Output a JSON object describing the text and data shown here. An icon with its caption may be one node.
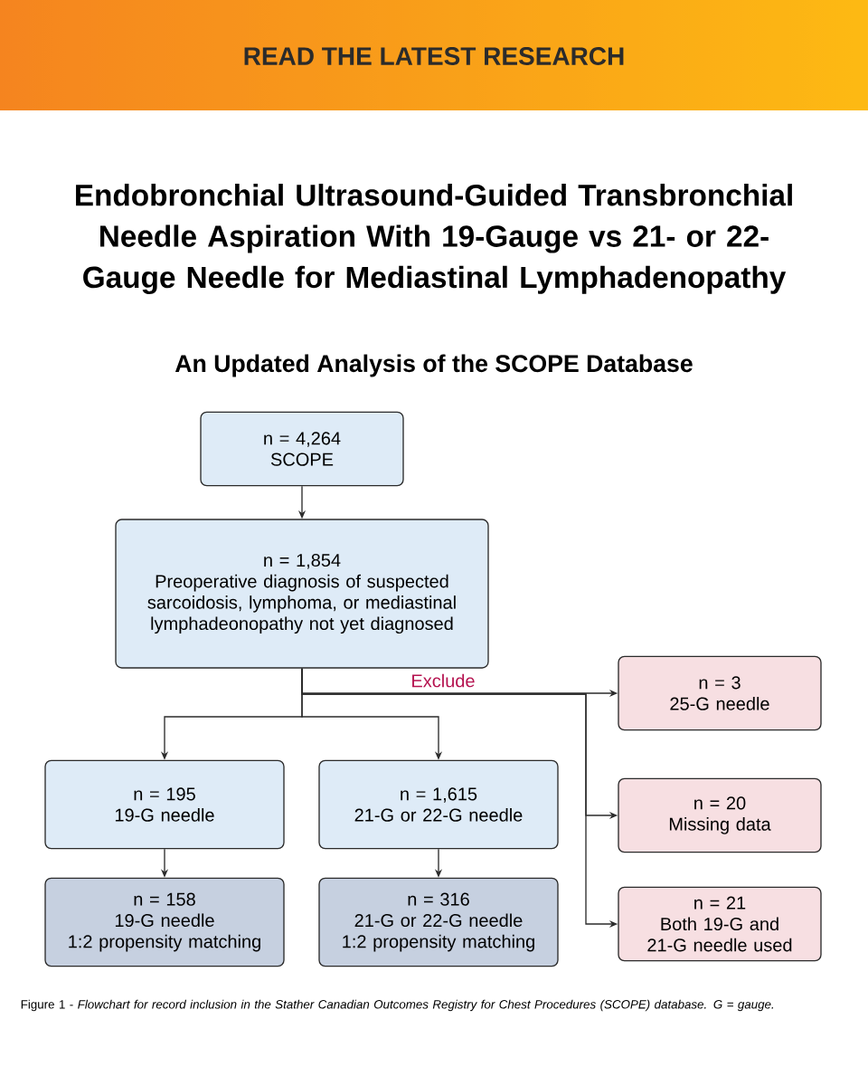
{
  "diagram": {
    "title": "Endobronchial Ultrasound-Guided Transbronchial Needle Aspiration With 19-Gauge vs 21- or 22-Gauge Needle for Mediastinal Lymphadenopathy",
    "caption": "Figure 1 - *Flowchart for record inclusion in the Stather Canadian Outcomes Registry for Chest Procedures (SCOPE) database. G = gauge.*",
    "nodes": [
      {
        "text": [
          "n = 4,264",
          "SCOPE"
        ]
      },
      {
        "text": [
          "n = 1,854",
          "Preoperative diagnosis of suspected sarcoidosis, lymphoma, or mediastinal lymphadeonopathy not yet diagnosed"
        ]
      },
      {
        "text": [
          "n = 195",
          "19-G needle"
        ]
      },
      {
        "text": [
          "n = 1,615",
          "21-G or 22-G needle"
        ]
      },
      {
        "text": [
          "n = 158",
          "19-G needle",
          "1:2 propensity matching"
        ]
      },
      {
        "text": [
          "n = 316",
          "21-G or 22-G needle",
          "1:2 propensity matching"
        ]
      },
      {
        "text": [
          "n = 3",
          "25-G needle"
        ]
      },
      {
        "text": [
          "n = 20",
          "Missing data"
        ]
      },
      {
        "text": [
          "n = 21",
          "Both 19-G and 21-G needle used"
        ]
      }
    ],
    "edges": [
      {
        "from": 0,
        "to": 1,
        "arrow": "to"
      },
      {
        "from": 1,
        "to": 2,
        "arrow": "to"
      },
      {
        "from": 1,
        "to": 3,
        "arrow": "to"
      },
      {
        "from": 1,
        "to": 6,
        "arrow": "to",
        "label": "Exclude"
      },
      {
        "from": 1,
        "to": 7,
        "arrow": "to"
      },
      {
        "from": 1,
        "to": 8,
        "arrow": "to"
      },
      {
        "from": 2,
        "to": 4,
        "arrow": "to"
      },
      {
        "from": 3,
        "to": 5,
        "arrow": "to"
      }
    ],
    "labels": [
      "READ THE LATEST RESEARCH",
      "An Updated Analysis of the SCOPE Database"
    ]
  }
}
